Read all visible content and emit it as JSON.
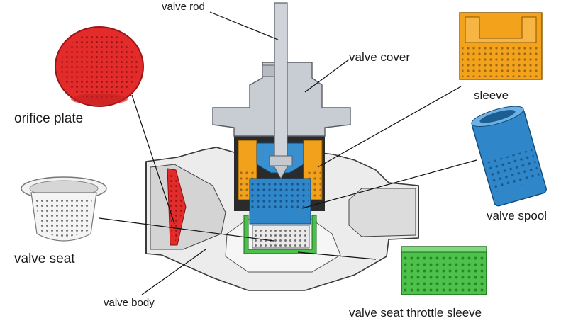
{
  "labels": {
    "valve_rod": "valve rod",
    "valve_cover": "valve cover",
    "sleeve": "sleeve",
    "orifice_plate": "orifice plate",
    "valve_spool": "valve spool",
    "valve_seat": "valve seat",
    "valve_body": "valve body",
    "valve_seat_throttle_sleeve": "valve seat throttle sleeve"
  },
  "colors": {
    "body_gray": "#e6e6e6",
    "cover_gray": "#c9ccd2",
    "cutaway_dark": "#2a2a2a",
    "sleeve_orange": "#f3a21b",
    "spool_blue": "#2f86c8",
    "seat_green": "#4cc24a",
    "orifice_red": "#e02a2a",
    "seat_white": "#f2f2f2"
  },
  "icons": {
    "orifice_plate": "perforated-dish-icon",
    "sleeve": "perforated-cup-icon",
    "valve_spool": "perforated-cylinder-icon",
    "valve_seat": "flanged-strainer-icon",
    "throttle_sleeve": "perforated-basket-icon"
  }
}
